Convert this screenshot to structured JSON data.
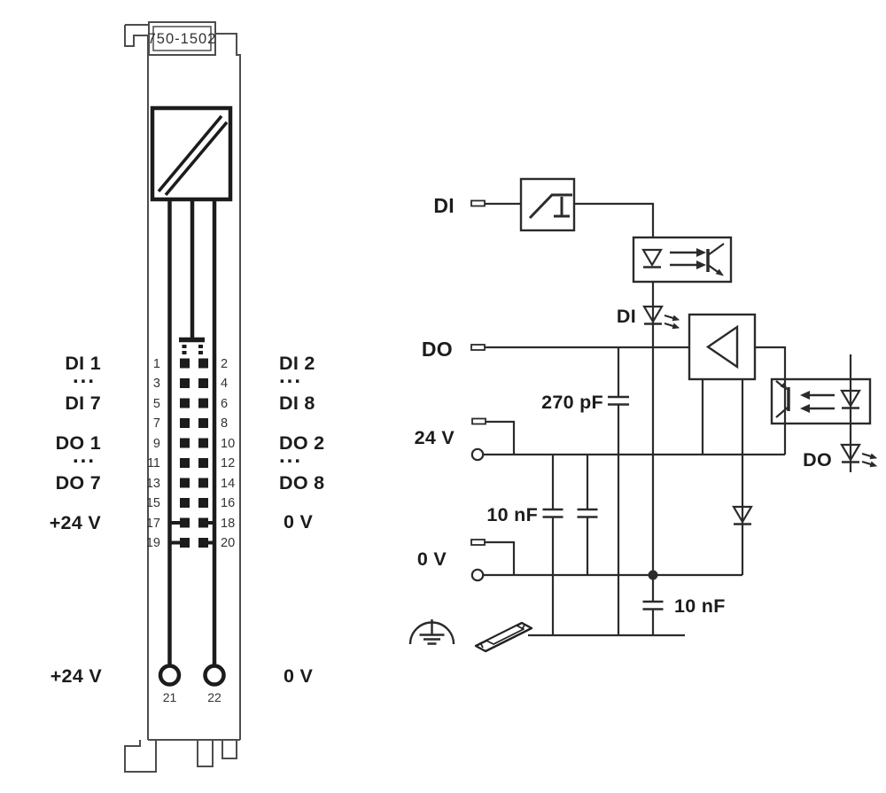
{
  "module": {
    "part_number": "750-1502",
    "left_labels": [
      "DI 1",
      "...",
      "DI 7",
      "DO 1",
      "...",
      "DO 7",
      "+24 V"
    ],
    "right_labels": [
      "DI 2",
      "...",
      "DI 8",
      "DO 2",
      "...",
      "DO 8",
      "0 V"
    ],
    "pin_numbers": {
      "left": [
        "1",
        "3",
        "5",
        "7",
        "9",
        "11",
        "13",
        "15",
        "17",
        "19"
      ],
      "right": [
        "2",
        "4",
        "6",
        "8",
        "10",
        "12",
        "14",
        "16",
        "18",
        "20"
      ]
    },
    "bottom": {
      "left_terminal_number": "21",
      "right_terminal_number": "22",
      "left_label": "+24 V",
      "right_label": "0 V"
    }
  },
  "schematic": {
    "di_input_label": "DI",
    "do_output_label": "DO",
    "supply_24v_label": "24 V",
    "supply_0v_label": "0 V",
    "di_led_label": "DI",
    "do_led_label": "DO",
    "cap_filter_value": "270 pF",
    "cap_supply_value": "10 nF",
    "cap_ground_value": "10 nF"
  },
  "colors": {
    "background": "#ffffff",
    "schematic_line": "#2b2b2b",
    "module_outline": "#4d4d4d",
    "ink": "#1c1c1c"
  }
}
